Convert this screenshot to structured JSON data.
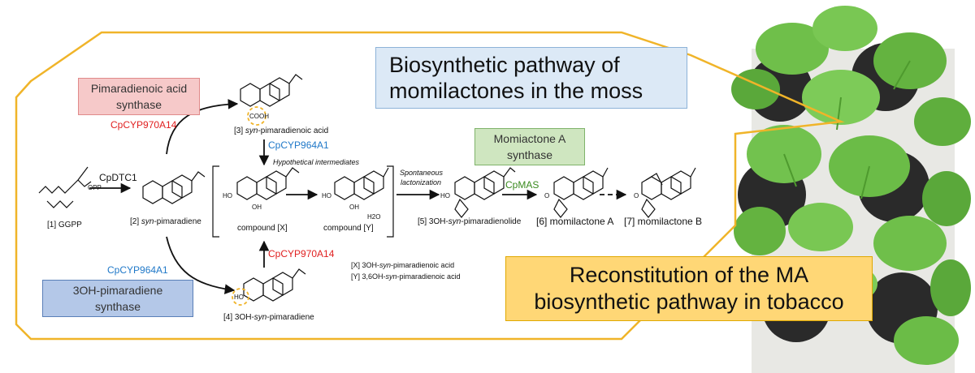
{
  "titles": {
    "pathway_line1": "Biosynthetic pathway of",
    "pathway_line2": "momilactones in the moss",
    "recon_line1": "Reconstitution of the MA",
    "recon_line2": "biosynthetic pathway in tobacco"
  },
  "enzyme_boxes": {
    "pimaradienoic_line1": "Pimaradienoic acid",
    "pimaradienoic_line2": "synthase",
    "hydroxy_line1": "3OH-pimaradiene",
    "hydroxy_line2": "synthase",
    "momilactone_line1": "Momiactone A",
    "momilactone_line2": "synthase"
  },
  "enzymes": {
    "cyp970a14_top": "CpCYP970A14",
    "cyp964a1_mid": "CpCYP964A1",
    "cyp964a1_low": "CpCYP964A1",
    "cyp970a14_low": "CpCYP970A14",
    "dtc1": "CpDTC1",
    "mas": "CpMAS"
  },
  "compounds": {
    "c1": "[1] GGPP",
    "c2_prefix": "[2] ",
    "c2_italic": "syn",
    "c2_suffix": "-pimaradiene",
    "c3_prefix": "[3] ",
    "c3_italic": "syn",
    "c3_suffix": "-pimaradienoic acid",
    "c4_prefix": "[4] 3OH-",
    "c4_italic": "syn",
    "c4_suffix": "-pimaradiene",
    "c5_prefix": "[5] 3OH-",
    "c5_italic": "syn",
    "c5_suffix": "-pimaradienolide",
    "c6": "[6] momilactone A",
    "c7": "[7] momilactone B",
    "cx": "compound [X]",
    "cy": "compound [Y]"
  },
  "notes": {
    "hypothetical": "Hypothetical intermediates",
    "spontaneous_line1": "Spontaneous",
    "spontaneous_line2": "lactonization",
    "legend_x_prefix": "[X] 3OH-",
    "legend_x_italic": "syn",
    "legend_x_suffix": "-pimaradienoic acid",
    "legend_y_prefix": "[Y] 3,6OH-",
    "legend_y_italic": "syn",
    "legend_y_suffix": "-pimaradienoic acid"
  },
  "atoms": {
    "opp": "OPP",
    "cooh": "COOH",
    "ho": "HO",
    "oh": "OH",
    "h2o": "H2O",
    "o": "O"
  },
  "colors": {
    "outline": "#f0b429",
    "red_enzyme": "#e02020",
    "blue_enzyme": "#1f78c8",
    "green_enzyme": "#3a8a1e",
    "pink_box": "#f6c9c9",
    "pink_border": "#e08a8a",
    "blue_box": "#b4c8e8",
    "blue_border": "#5a7fb8",
    "green_box": "#cfe6c0",
    "green_border": "#7fb36a",
    "title_blue_box": "#dce9f6",
    "title_blue_border": "#8db3d8",
    "title_yellow_box": "#ffd776",
    "title_yellow_border": "#e0a800",
    "leaf_green": "#6fbf4a"
  }
}
